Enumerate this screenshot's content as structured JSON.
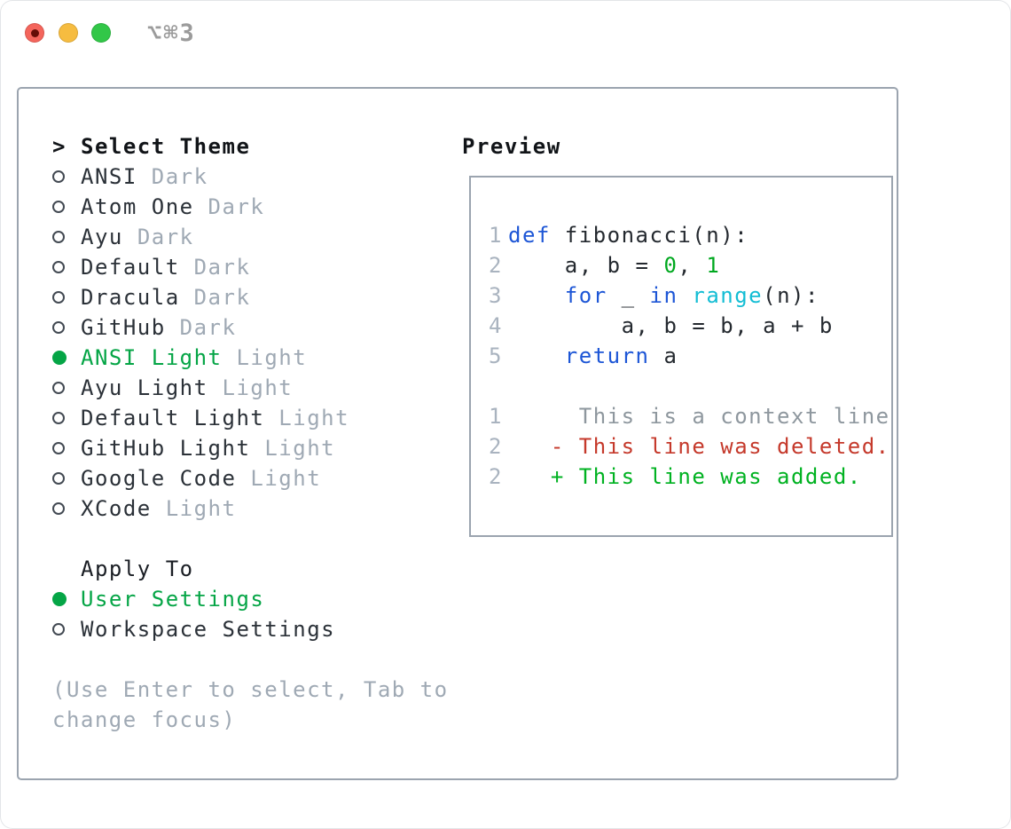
{
  "window": {
    "title": "⌥⌘3",
    "traffic_lights": [
      "close",
      "minimize",
      "zoom"
    ]
  },
  "theme_picker": {
    "title_prefix": ">",
    "title": "Select Theme",
    "items": [
      {
        "name": "ANSI",
        "tag": "Dark",
        "selected": false
      },
      {
        "name": "Atom One",
        "tag": "Dark",
        "selected": false
      },
      {
        "name": "Ayu",
        "tag": "Dark",
        "selected": false
      },
      {
        "name": "Default",
        "tag": "Dark",
        "selected": false
      },
      {
        "name": "Dracula",
        "tag": "Dark",
        "selected": false
      },
      {
        "name": "GitHub",
        "tag": "Dark",
        "selected": false
      },
      {
        "name": "ANSI Light",
        "tag": "Light",
        "selected": true
      },
      {
        "name": "Ayu Light",
        "tag": "Light",
        "selected": false
      },
      {
        "name": "Default Light",
        "tag": "Light",
        "selected": false
      },
      {
        "name": "GitHub Light",
        "tag": "Light",
        "selected": false
      },
      {
        "name": "Google Code",
        "tag": "Light",
        "selected": false
      },
      {
        "name": "XCode",
        "tag": "Light",
        "selected": false
      }
    ],
    "apply_to": {
      "title": "Apply To",
      "options": [
        {
          "label": "User Settings",
          "selected": true
        },
        {
          "label": "Workspace Settings",
          "selected": false
        }
      ]
    },
    "hint": "(Use Enter to select, Tab to change focus)"
  },
  "preview": {
    "title": "Preview",
    "lines": [
      {
        "num": "1",
        "tokens": [
          {
            "t": "def",
            "c": "keyword"
          },
          {
            "t": " fibonacci(n):",
            "c": "plain"
          }
        ]
      },
      {
        "num": "2",
        "tokens": [
          {
            "t": "    a, b = ",
            "c": "plain"
          },
          {
            "t": "0",
            "c": "number"
          },
          {
            "t": ", ",
            "c": "plain"
          },
          {
            "t": "1",
            "c": "number"
          }
        ]
      },
      {
        "num": "3",
        "tokens": [
          {
            "t": "    ",
            "c": "plain"
          },
          {
            "t": "for",
            "c": "keyword"
          },
          {
            "t": " _ ",
            "c": "plain"
          },
          {
            "t": "in",
            "c": "keyword"
          },
          {
            "t": " ",
            "c": "plain"
          },
          {
            "t": "range",
            "c": "builtin"
          },
          {
            "t": "(n):",
            "c": "plain"
          }
        ]
      },
      {
        "num": "4",
        "tokens": [
          {
            "t": "        a, b = b, a + b",
            "c": "plain"
          }
        ]
      },
      {
        "num": "5",
        "tokens": [
          {
            "t": "    ",
            "c": "plain"
          },
          {
            "t": "return",
            "c": "keyword"
          },
          {
            "t": " a",
            "c": "plain"
          }
        ]
      },
      {
        "num": "",
        "tokens": []
      },
      {
        "num": "1",
        "tokens": [
          {
            "t": "     This is a context line.",
            "c": "context"
          }
        ]
      },
      {
        "num": "2",
        "tokens": [
          {
            "t": "   - This line was deleted.",
            "c": "deleted"
          }
        ]
      },
      {
        "num": "2",
        "tokens": [
          {
            "t": "   + This line was added.",
            "c": "added"
          }
        ]
      }
    ]
  },
  "colors": {
    "accent_green": "#05a546",
    "keyword_blue": "#1d56d6",
    "builtin_cyan": "#13bdd4",
    "number_green": "#00a81f",
    "added_green": "#00b221",
    "deleted_red": "#c5392b",
    "context_gray": "#8e979e",
    "muted_gray": "#9fa9b4",
    "line_number_gray": "#a9b3bf",
    "border_gray": "#9ba4af",
    "title_gray": "#9b9b9b",
    "traffic_red": "#f4655c",
    "traffic_yellow": "#f6bc40",
    "traffic_green": "#32c748"
  }
}
